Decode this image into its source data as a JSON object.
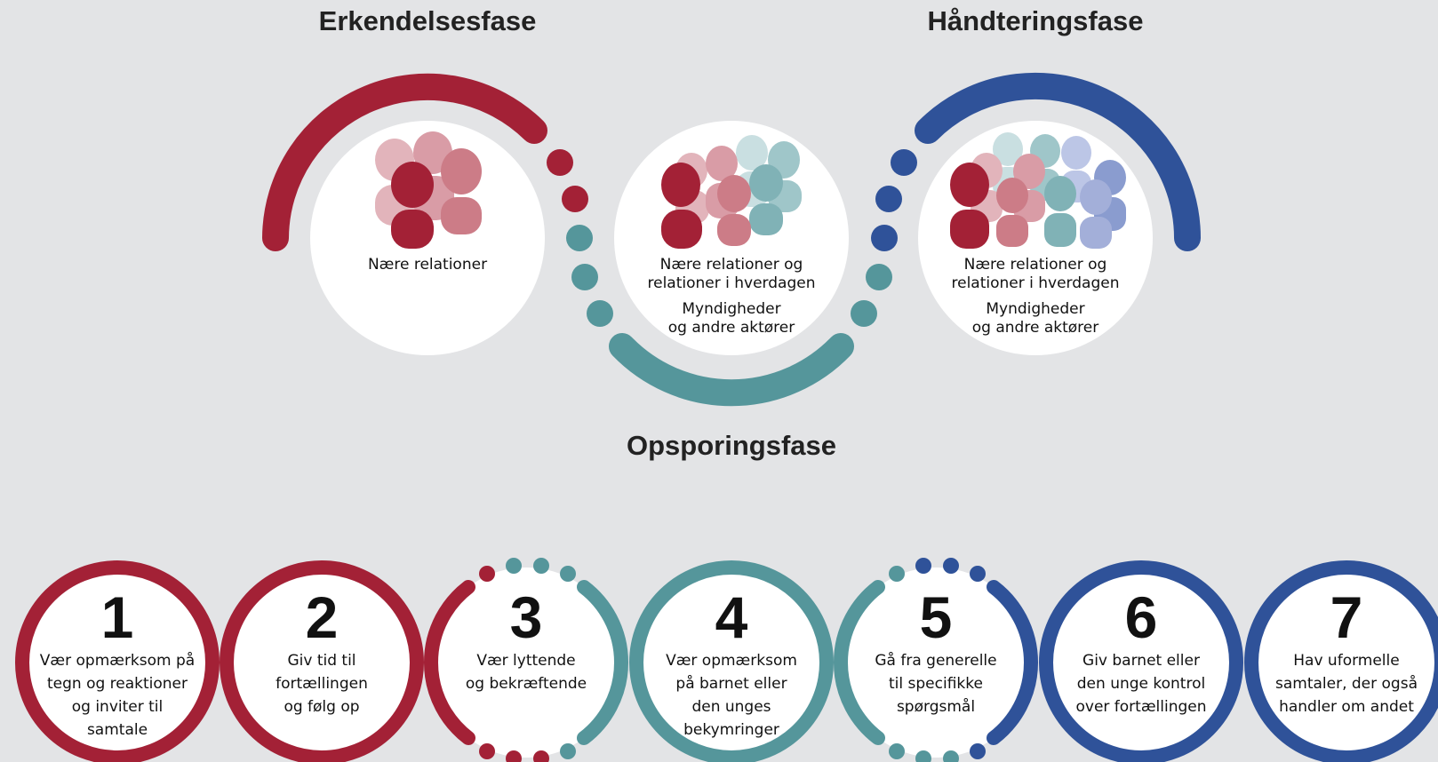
{
  "phases": {
    "recognition": "Erkendelsesfase",
    "handling": "Håndteringsfase",
    "tracing": "Opsporingsfase"
  },
  "circles": [
    {
      "lines_a": [
        "Nære relationer"
      ],
      "lines_b": []
    },
    {
      "lines_a": [
        "Nære relationer og",
        "relationer i hverdagen"
      ],
      "lines_b": [
        "Myndigheder",
        "og andre aktører"
      ]
    },
    {
      "lines_a": [
        "Nære relationer og",
        "relationer i hverdagen"
      ],
      "lines_b": [
        "Myndigheder",
        "og andre aktører"
      ]
    }
  ],
  "steps": [
    {
      "number": "1",
      "lines": [
        "Vær opmærksom på",
        "tegn og reaktioner",
        "og inviter til",
        "samtale"
      ]
    },
    {
      "number": "2",
      "lines": [
        "Giv tid til",
        "fortællingen",
        "og følg op"
      ]
    },
    {
      "number": "3",
      "lines": [
        "Vær lyttende",
        "og bekræftende"
      ]
    },
    {
      "number": "4",
      "lines": [
        "Vær opmærksom",
        "på barnet eller",
        "den unges",
        "bekymringer"
      ]
    },
    {
      "number": "5",
      "lines": [
        "Gå fra generelle",
        "til specifikke",
        "spørgsmål"
      ]
    },
    {
      "number": "6",
      "lines": [
        "Giv barnet eller",
        "den unge kontrol",
        "over fortællingen"
      ]
    },
    {
      "number": "7",
      "lines": [
        "Hav uformelle",
        "samtaler, der også",
        "handler om andet"
      ]
    }
  ],
  "colors": {
    "red": "#a32136",
    "teal": "#55969b",
    "blue": "#2f5299",
    "background": "#e3e4e6"
  }
}
